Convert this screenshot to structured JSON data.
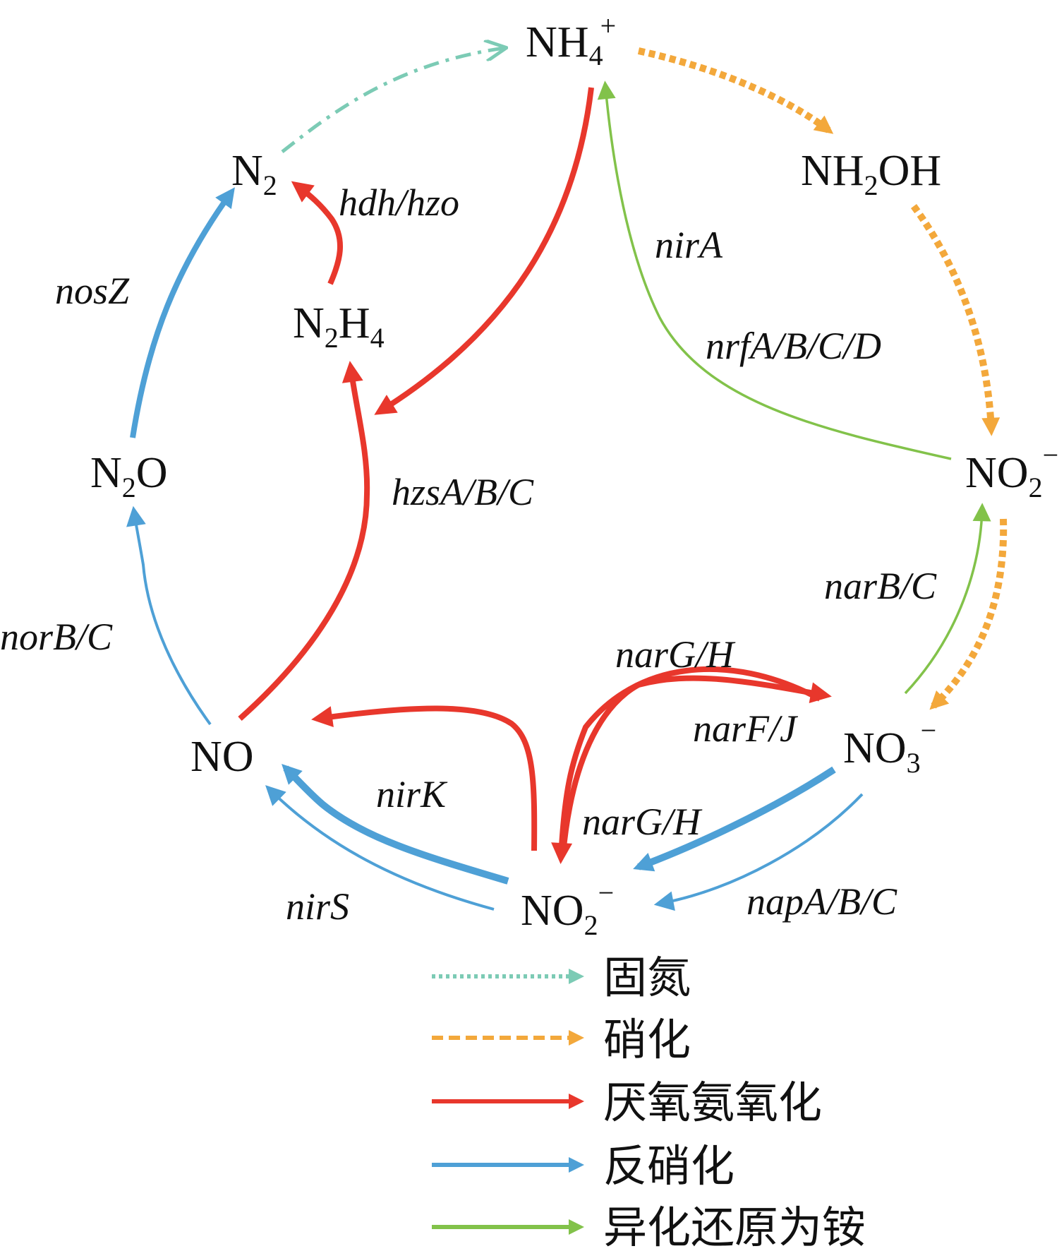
{
  "species": {
    "nh4": {
      "base": "NH",
      "sub": "4",
      "sup": "+"
    },
    "nh2oh": {
      "base1": "NH",
      "sub": "2",
      "base2": "OH"
    },
    "n2": {
      "base": "N",
      "sub": "2"
    },
    "n2h4": {
      "base1": "N",
      "sub1": "2",
      "base2": "H",
      "sub2": "4"
    },
    "n2o": {
      "base1": "N",
      "sub": "2",
      "base2": "O"
    },
    "no": {
      "base": "NO"
    },
    "no2_right": {
      "base": "NO",
      "sub": "2",
      "sup": "−"
    },
    "no3": {
      "base": "NO",
      "sub": "3",
      "sup": "−"
    },
    "no2_bottom": {
      "base": "NO",
      "sub": "2",
      "sup": "−"
    }
  },
  "genes": {
    "hdh_hzo": "hdh/hzo",
    "nosZ": "nosZ",
    "nirA": "nirA",
    "nrfABCD": "nrfA/B/C/D",
    "hzsABC": "hzsA/B/C",
    "norBC": "norB/C",
    "narBC": "narB/C",
    "narGH_top": "narG/H",
    "narFJ": "narF/J",
    "narGH_bottom": "narG/H",
    "nirK": "nirK",
    "nirS": "nirS",
    "napABC": "napA/B/C"
  },
  "legend": [
    {
      "label": "固氮",
      "color": "#7ccbb5",
      "style": "dotted"
    },
    {
      "label": "硝化",
      "color": "#f3a83b",
      "style": "dashed"
    },
    {
      "label": "厌氧氨氧化",
      "color": "#e8372c",
      "style": "solid"
    },
    {
      "label": "反硝化",
      "color": "#4ea0d6",
      "style": "solid"
    },
    {
      "label": "异化还原为铵",
      "color": "#82c24a",
      "style": "solid"
    }
  ],
  "colors": {
    "fixation": "#7ccbb5",
    "nitrification": "#f3a83b",
    "anammox": "#e8372c",
    "denitrification": "#4ea0d6",
    "dnra": "#82c24a"
  }
}
